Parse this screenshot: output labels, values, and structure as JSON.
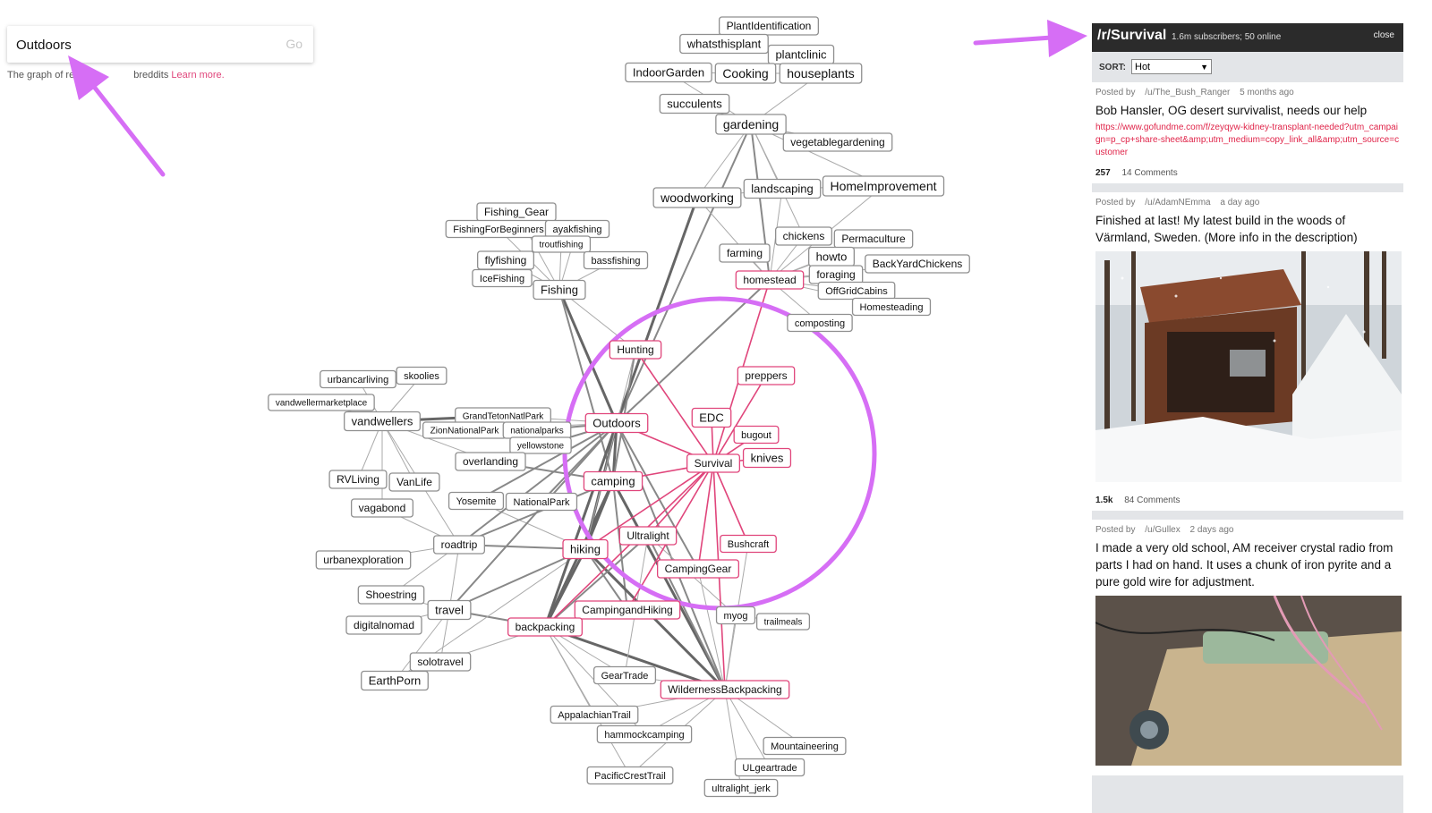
{
  "search": {
    "value": "Outdoors",
    "go_label": "Go"
  },
  "subtitle": {
    "text_a": "The graph of re",
    "text_b": "breddits ",
    "link": "Learn more."
  },
  "panel": {
    "title": "/r/Survival",
    "meta": "1.6m subscribers; 50 online",
    "close": "close",
    "sort_label": "SORT:",
    "sort_value": "Hot",
    "posts": [
      {
        "posted_by": "Posted by",
        "user": "/u/The_Bush_Ranger",
        "time": "5 months ago",
        "title": "Bob Hansler, OG desert survivalist, needs our help",
        "link": "https://www.gofundme.com/f/zeyqyw-kidney-transplant-needed?utm_campaign=p_cp+share-sheet&amp;utm_medium=copy_link_all&amp;utm_source=customer",
        "score": "257",
        "comments": "14 Comments"
      },
      {
        "posted_by": "Posted by",
        "user": "/u/AdamNEmma",
        "time": "a day ago",
        "title": "Finished at last! My latest build in the woods of Värmland, Sweden. (More info in the description)",
        "score": "1.5k",
        "comments": "84 Comments"
      },
      {
        "posted_by": "Posted by",
        "user": "/u/Gullex",
        "time": "2 days ago",
        "title": "I made a very old school, AM receiver crystal radio from parts I had on hand. It uses a chunk of iron pyrite and a pure gold wire for adjustment."
      }
    ]
  },
  "colors": {
    "highlight": "#e0457b",
    "accent_arrow": "#d66ef5",
    "node_border": "#8f8f8f"
  },
  "graph": {
    "nodes": [
      {
        "label": "PlantIdentification",
        "hl": false
      },
      {
        "label": "whatsthisplant",
        "hl": false
      },
      {
        "label": "plantclinic",
        "hl": false
      },
      {
        "label": "IndoorGarden",
        "hl": false
      },
      {
        "label": "Cooking",
        "hl": false
      },
      {
        "label": "houseplants",
        "hl": false
      },
      {
        "label": "succulents",
        "hl": false
      },
      {
        "label": "gardening",
        "hl": false
      },
      {
        "label": "vegetablegardening",
        "hl": false
      },
      {
        "label": "woodworking",
        "hl": false
      },
      {
        "label": "landscaping",
        "hl": false
      },
      {
        "label": "HomeImprovement",
        "hl": false
      },
      {
        "label": "Fishing_Gear",
        "hl": false
      },
      {
        "label": "FishingForBeginners",
        "hl": false
      },
      {
        "label": "ayakfishing",
        "hl": false
      },
      {
        "label": "troutfishing",
        "hl": false
      },
      {
        "label": "flyfishing",
        "hl": false
      },
      {
        "label": "bassfishing",
        "hl": false
      },
      {
        "label": "IceFishing",
        "hl": false
      },
      {
        "label": "Fishing",
        "hl": false
      },
      {
        "label": "chickens",
        "hl": false
      },
      {
        "label": "Permaculture",
        "hl": false
      },
      {
        "label": "farming",
        "hl": false
      },
      {
        "label": "howto",
        "hl": false
      },
      {
        "label": "BackYardChickens",
        "hl": false
      },
      {
        "label": "homestead",
        "hl": true
      },
      {
        "label": "foraging",
        "hl": false
      },
      {
        "label": "OffGridCabins",
        "hl": false
      },
      {
        "label": "Homesteading",
        "hl": false
      },
      {
        "label": "composting",
        "hl": false
      },
      {
        "label": "Hunting",
        "hl": true
      },
      {
        "label": "preppers",
        "hl": true
      },
      {
        "label": "urbancarliving",
        "hl": false
      },
      {
        "label": "skoolies",
        "hl": false
      },
      {
        "label": "vandwellermarketplace",
        "hl": false
      },
      {
        "label": "vandwellers",
        "hl": false
      },
      {
        "label": "GrandTetonNatlPark",
        "hl": false
      },
      {
        "label": "ZionNationalPark",
        "hl": false
      },
      {
        "label": "nationalparks",
        "hl": false
      },
      {
        "label": "Outdoors",
        "hl": true
      },
      {
        "label": "EDC",
        "hl": true
      },
      {
        "label": "bugout",
        "hl": true
      },
      {
        "label": "yellowstone",
        "hl": false
      },
      {
        "label": "overlanding",
        "hl": false
      },
      {
        "label": "Survival",
        "hl": true
      },
      {
        "label": "knives",
        "hl": true
      },
      {
        "label": "RVLiving",
        "hl": false
      },
      {
        "label": "VanLife",
        "hl": false
      },
      {
        "label": "camping",
        "hl": true
      },
      {
        "label": "vagabond",
        "hl": false
      },
      {
        "label": "Yosemite",
        "hl": false
      },
      {
        "label": "NationalPark",
        "hl": false
      },
      {
        "label": "roadtrip",
        "hl": false
      },
      {
        "label": "Ultralight",
        "hl": true
      },
      {
        "label": "Bushcraft",
        "hl": true
      },
      {
        "label": "hiking",
        "hl": true
      },
      {
        "label": "urbanexploration",
        "hl": false
      },
      {
        "label": "CampingGear",
        "hl": true
      },
      {
        "label": "Shoestring",
        "hl": false
      },
      {
        "label": "travel",
        "hl": false
      },
      {
        "label": "CampingandHiking",
        "hl": true
      },
      {
        "label": "myog",
        "hl": false
      },
      {
        "label": "trailmeals",
        "hl": false
      },
      {
        "label": "digitalnomad",
        "hl": false
      },
      {
        "label": "backpacking",
        "hl": true
      },
      {
        "label": "solotravel",
        "hl": false
      },
      {
        "label": "EarthPorn",
        "hl": false
      },
      {
        "label": "GearTrade",
        "hl": false
      },
      {
        "label": "WildernessBackpacking",
        "hl": true
      },
      {
        "label": "AppalachianTrail",
        "hl": false
      },
      {
        "label": "hammockcamping",
        "hl": false
      },
      {
        "label": "Mountaineering",
        "hl": false
      },
      {
        "label": "ULgeartrade",
        "hl": false
      },
      {
        "label": "PacificCrestTrail",
        "hl": false
      },
      {
        "label": "ultralight_jerk",
        "hl": false
      }
    ]
  }
}
